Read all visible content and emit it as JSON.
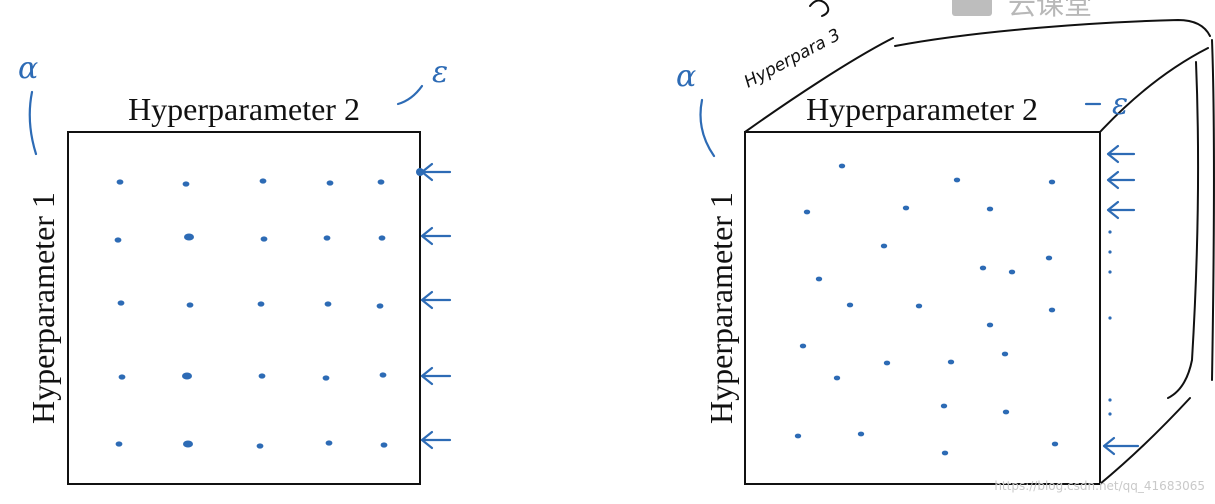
{
  "left_panel": {
    "title": "Hyperparameter 2",
    "side_label": "Hyperparameter 1",
    "symbol_top_left": "α",
    "symbol_top_right": "ε",
    "grid_rows": 5,
    "grid_cols": 5
  },
  "right_panel": {
    "title": "Hyperparameter 2",
    "side_label": "Hyperparameter 1",
    "symbol_top_left": "α",
    "symbol_top_right": "ε",
    "depth_label": "Hyperpara 3",
    "random_points": 26
  },
  "watermark": {
    "logo_text": "云课堂",
    "url_text": "https://blog.csdn.net/qq_41683065"
  },
  "colors": {
    "ink": "#111111",
    "annotation": "#2d6bb5"
  }
}
